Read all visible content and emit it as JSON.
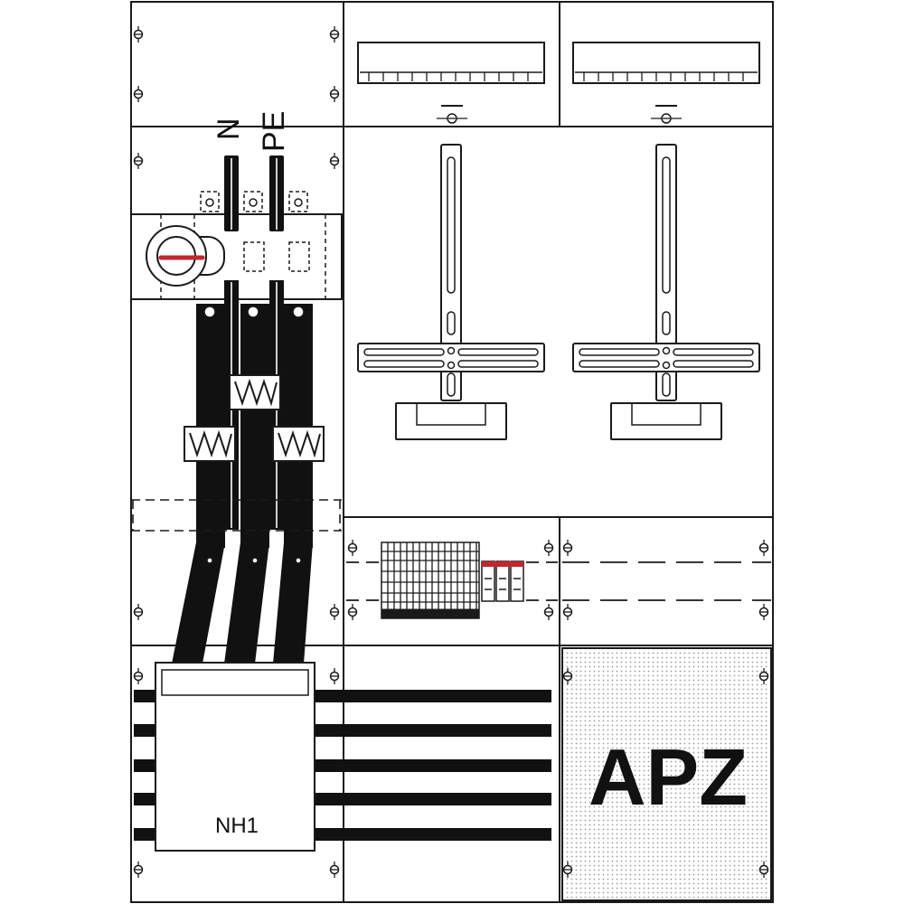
{
  "labels": {
    "neutral": "N",
    "protective_earth": "PE",
    "fuse_base": "NH1",
    "apz": "APZ"
  },
  "colors": {
    "line": "#1a1a1a",
    "busbar": "#111111",
    "handle_red": "#c0282d",
    "apz_dots": "#9a9a9a"
  }
}
